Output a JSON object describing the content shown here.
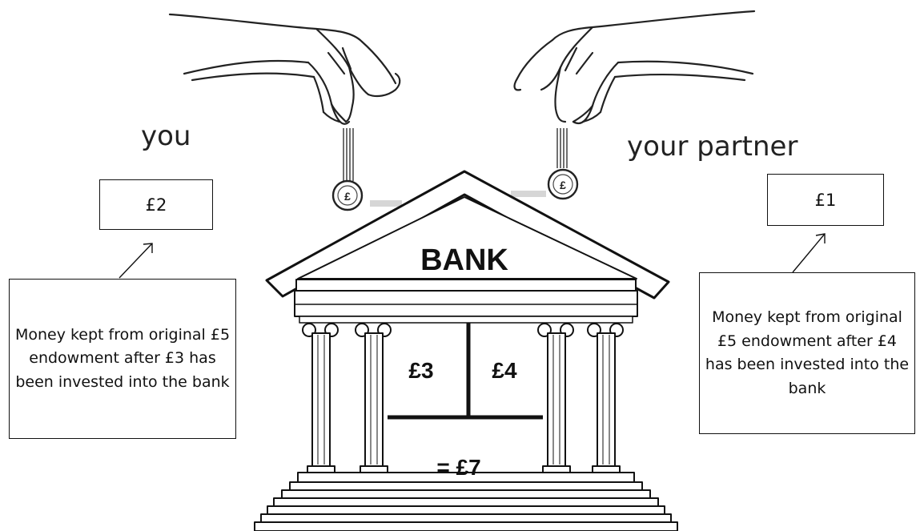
{
  "you": {
    "label": "you",
    "kept_amount": "£2",
    "note": "Money kept from original £5 endowment after £3 has been invested into the bank"
  },
  "partner": {
    "label": "your partner",
    "kept_amount": "£1",
    "note": "Money kept from original £5 endowment after £4 has been invested into the bank"
  },
  "bank": {
    "sign": "BANK",
    "you_investment": "£3",
    "partner_investment": "£4",
    "total": "= £7",
    "coin_symbol": "£"
  }
}
